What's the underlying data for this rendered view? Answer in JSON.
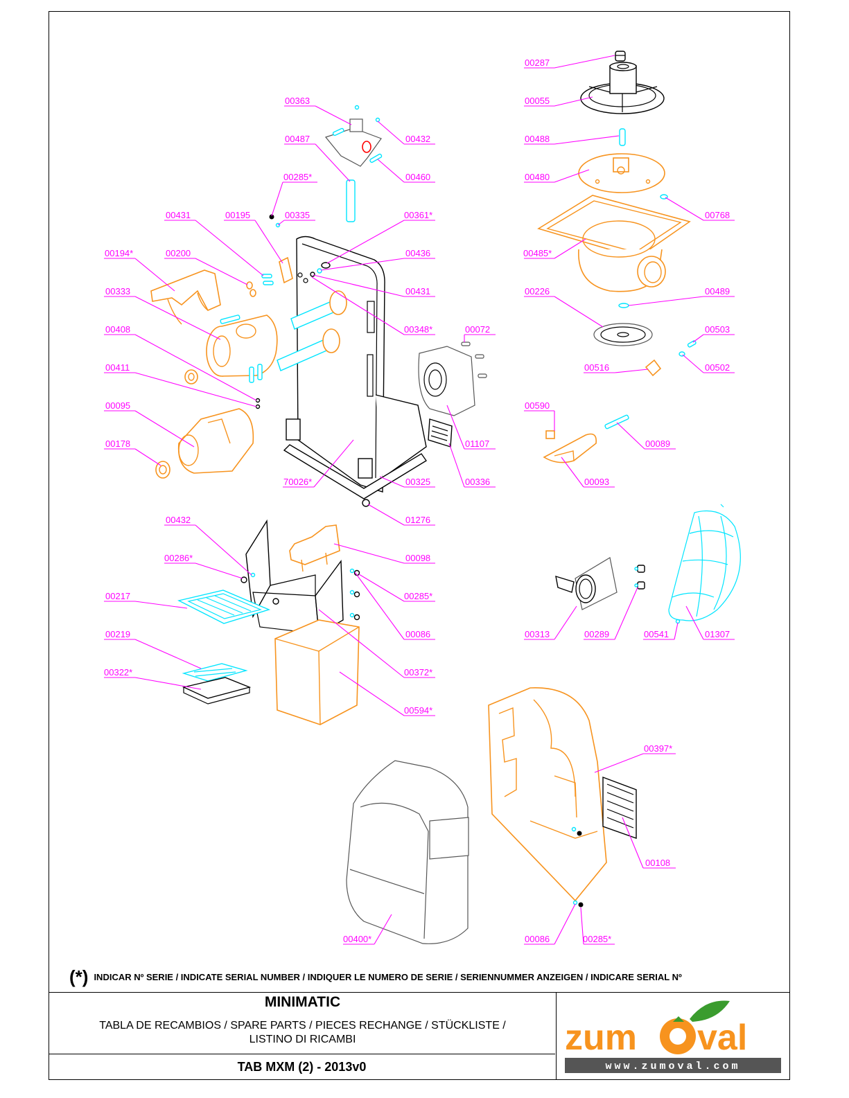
{
  "colors": {
    "callout": "#ff00ff",
    "part_orange": "#f7931e",
    "part_cyan": "#00e5ff",
    "logo_orange": "#f7931e",
    "logo_green": "#3a9c2e"
  },
  "callouts": {
    "c00287": "00287",
    "c00055": "00055",
    "c00363": "00363",
    "c00432a": "00432",
    "c00487": "00487",
    "c00460": "00460",
    "c00488": "00488",
    "c00480": "00480",
    "c00285a": "00285*",
    "c00768": "00768",
    "c00431a": "00431",
    "c00195": "00195",
    "c00335": "00335",
    "c00361": "00361*",
    "c00485": "00485*",
    "c00194": "00194*",
    "c00200": "00200",
    "c00436": "00436",
    "c00333": "00333",
    "c00431b": "00431",
    "c00226": "00226",
    "c00489": "00489",
    "c00408": "00408",
    "c00348": "00348*",
    "c00072": "00072",
    "c00503": "00503",
    "c00411": "00411",
    "c00516": "00516",
    "c00502": "00502",
    "c00095": "00095",
    "c00590": "00590",
    "c00178": "00178",
    "c01107": "01107",
    "c00089": "00089",
    "c70026": "70026*",
    "c00325": "00325",
    "c00336": "00336",
    "c00093": "00093",
    "c00432b": "00432",
    "c01276": "01276",
    "c00286": "00286*",
    "c00098": "00098",
    "c00217": "00217",
    "c00285b": "00285*",
    "c00219": "00219",
    "c00086a": "00086",
    "c00313": "00313",
    "c00289": "00289",
    "c00541": "00541",
    "c01307": "01307",
    "c00322": "00322*",
    "c00372": "00372*",
    "c00594": "00594*",
    "c00397": "00397*",
    "c00108": "00108",
    "c00400": "00400*",
    "c00086b": "00086",
    "c00285c": "00285*"
  },
  "footnote": {
    "symbol": "(*)",
    "text": "INDICAR Nº SERIE / INDICATE SERIAL NUMBER / INDIQUER LE NUMERO DE SERIE / SERIENNUMMER ANZEIGEN / INDICARE SERIAL Nº"
  },
  "title_block": {
    "model": "MINIMATIC",
    "description_line1": "TABLA DE RECAMBIOS / SPARE PARTS / PIECES RECHANGE / STÜCKLISTE /",
    "description_line2": "LISTINO DI RICAMBI",
    "code": "TAB MXM (2) - 2013v0"
  },
  "logo": {
    "brand": "zumoval",
    "url": "www.zumoval.com"
  }
}
